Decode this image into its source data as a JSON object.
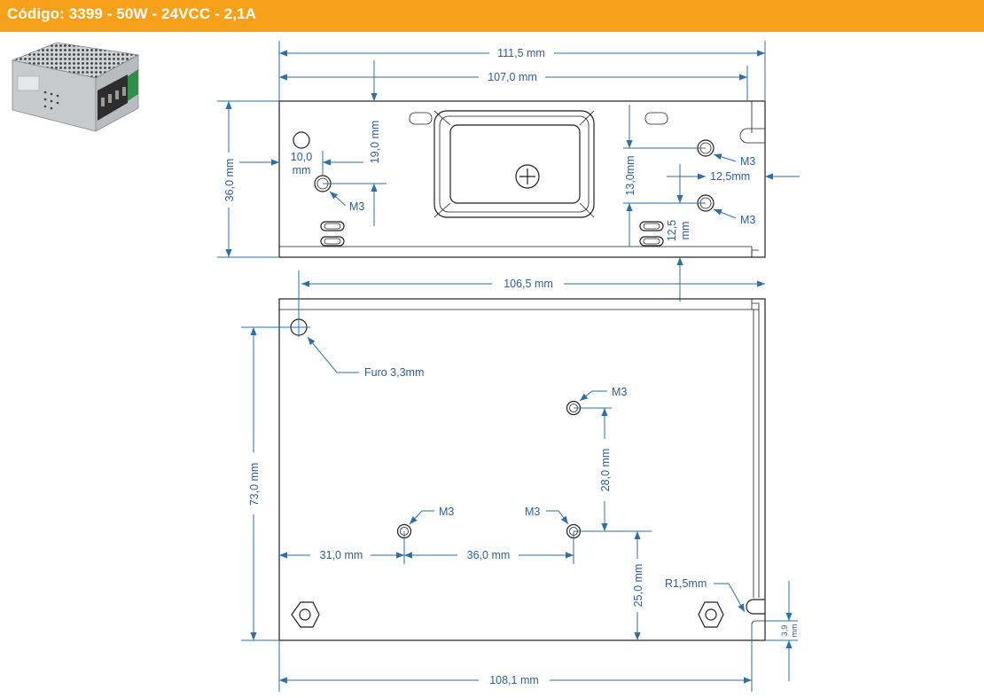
{
  "header": {
    "title": "Código: 3399 - 50W - 24VCC - 2,1A",
    "bg_color": "#f7a11a",
    "text_color": "#ffffff"
  },
  "product_image": {
    "icon": "power-supply-photo"
  },
  "colors": {
    "dimension": "#2f6fa3",
    "outline": "#1e1e1e"
  },
  "top_view": {
    "overall_width": "111,5 mm",
    "inner_width": "107,0 mm",
    "height": "36,0 mm",
    "hole_offset_left": "10,0",
    "hole_offset_left_unit": "mm",
    "hole_height_left": "19,0 mm",
    "left_thread": "M3",
    "right_thread_upper": "M3",
    "right_thread_lower": "M3",
    "right_hole_spacing": "13,0mm",
    "right_edge_offset": "12,5mm",
    "right_hole_height": "12,5",
    "right_hole_height_unit": "mm"
  },
  "bottom_view": {
    "width_top": "106,5 mm",
    "width_bottom": "108,1 mm",
    "height": "73,0 mm",
    "hole_label": "Furo 3,3mm",
    "thread_upper": "M3",
    "thread_bottom_left": "M3",
    "thread_bottom_right": "M3",
    "hole_spacing_vertical": "28,0 mm",
    "left_offset": "31,0 mm",
    "hole_spacing_horizontal": "36,0 mm",
    "bottom_offset": "25,0 mm",
    "radius": "R1,5mm",
    "slot_height": "3,9",
    "slot_height_unit": "mm"
  }
}
